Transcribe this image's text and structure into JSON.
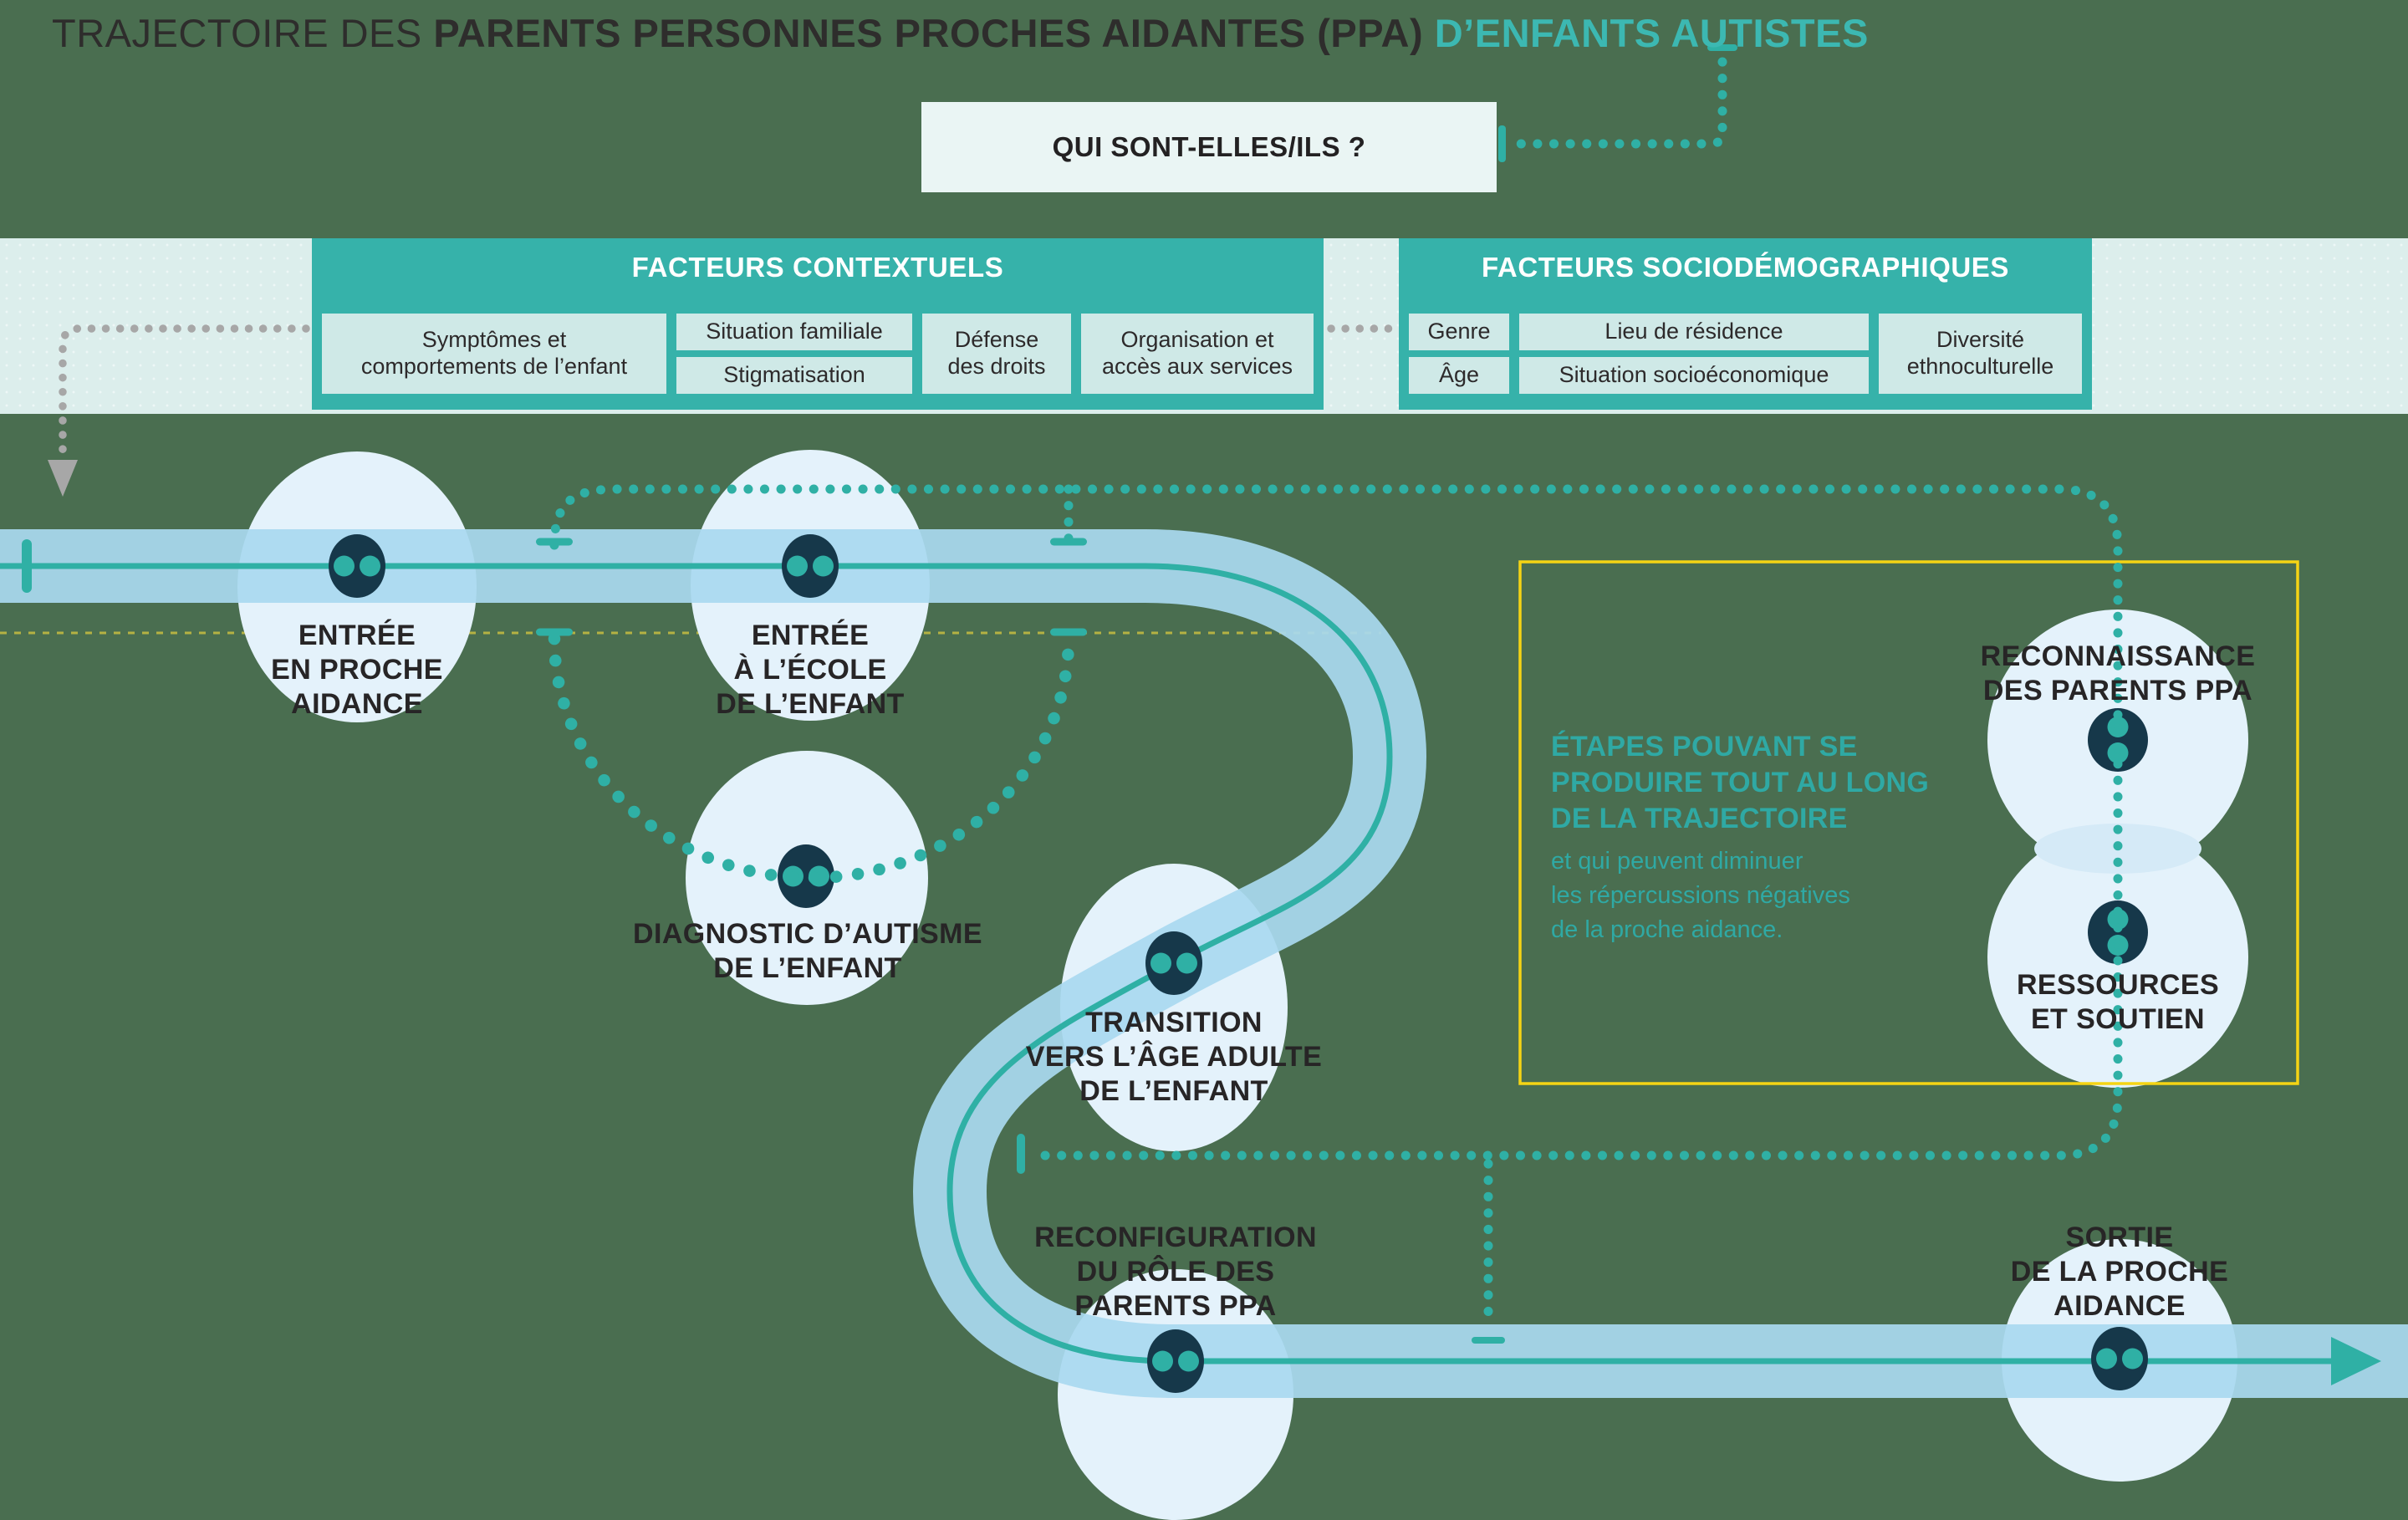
{
  "colors": {
    "bg": "#4a6e50",
    "teal": "#2fb0a5",
    "panel-teal": "#36b2aa",
    "navy": "#16384a",
    "ribbon": "#a9d9f0",
    "pale-circle": "#e4f2fb",
    "band": "#dceeec",
    "box-bg": "#cfe9e7",
    "pale-box": "#eaf5f4",
    "yellow": "#f5d414",
    "gray-dots": "#a7a7a7",
    "ink": "#272526",
    "teal-text": "#2fa9a4",
    "title-teal": "#3cb8b2"
  },
  "title": {
    "prefix": "TRAJECTOIRE DES ",
    "bold": "PARENTS PERSONNES PROCHES AIDANTES (PPA) ",
    "highlight": "D’ENFANTS AUTISTES"
  },
  "intro_box": {
    "label": "QUI SONT-ELLES/ILS ?"
  },
  "factors": {
    "contextual": {
      "title": "FACTEURS CONTEXTUELS",
      "items": [
        "Symptômes et\ncomportements de l’enfant",
        "Situation familiale",
        "Stigmatisation",
        "Défense\ndes droits",
        "Organisation et\naccès aux services"
      ]
    },
    "sociodemographic": {
      "title": "FACTEURS SOCIODÉMOGRAPHIQUES",
      "items": [
        "Genre",
        "Âge",
        "Lieu de résidence",
        "Situation socioéconomique",
        "Diversité\nethnoculturelle"
      ]
    }
  },
  "milestones": [
    {
      "id": "entree-aidance",
      "label": "ENTRÉE\nEN PROCHE\nAIDANCE"
    },
    {
      "id": "entree-ecole",
      "label": "ENTRÉE\nÀ L’ÉCOLE\nDE L’ENFANT"
    },
    {
      "id": "diagnostic",
      "label": "DIAGNOSTIC D’AUTISME\nDE L’ENFANT"
    },
    {
      "id": "transition",
      "label": "TRANSITION\nVERS L’ÂGE ADULTE\nDE L’ENFANT"
    },
    {
      "id": "reconfiguration",
      "label": "RECONFIGURATION\nDU RÔLE DES\nPARENTS PPA"
    },
    {
      "id": "sortie",
      "label": "SORTIE\nDE LA PROCHE\nAIDANCE"
    }
  ],
  "side_steps": [
    {
      "id": "reconnaissance",
      "label": "RECONNAISSANCE\nDES PARENTS PPA"
    },
    {
      "id": "ressources",
      "label": "RESSOURCES\nET SOUTIEN"
    }
  ],
  "note": {
    "heading": "ÉTAPES POUVANT SE\nPRODUIRE TOUT AU LONG\nDE LA TRAJECTOIRE",
    "body": "et qui peuvent diminuer\nles répercussions négatives\nde la proche aidance."
  }
}
